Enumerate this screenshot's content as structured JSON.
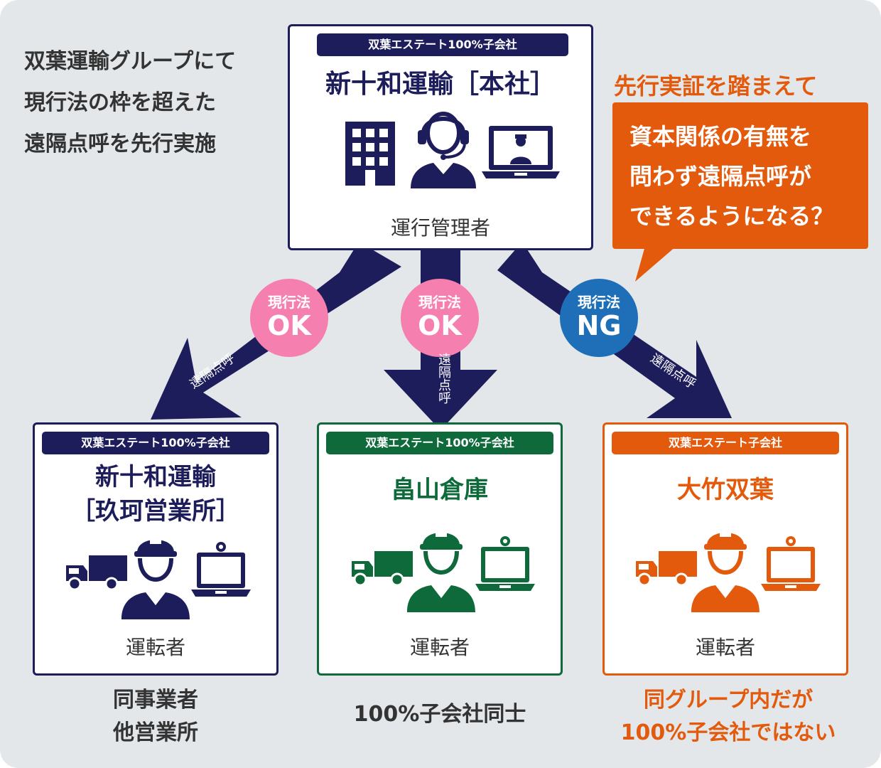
{
  "intro": {
    "line1": "双葉運輸グループにて",
    "line2": "現行法の枠を超えた",
    "line3": "遠隔点呼を先行実施"
  },
  "hq": {
    "tag": "双葉エステート100%子会社",
    "name": "新十和運輸［本社］",
    "role": "運行管理者",
    "icons": [
      "building-icon",
      "operator-headset-icon",
      "laptop-video-call-icon"
    ]
  },
  "callout": {
    "heading": "先行実証を踏まえて",
    "line1": "資本関係の有無を",
    "line2": "問わず遠隔点呼が",
    "line3": "できるようになる？"
  },
  "badges": [
    {
      "line1": "現行法",
      "line2": "OK"
    },
    {
      "line1": "現行法",
      "line2": "OK"
    },
    {
      "line1": "現行法",
      "line2": "NG"
    }
  ],
  "arrow_label": "遠隔点呼",
  "branches": [
    {
      "tag": "双葉エステート100%子会社",
      "name_line1": "新十和運輸",
      "name_line2": "［玖珂営業所］",
      "role": "運転者",
      "caption_line1": "同事業者",
      "caption_line2": "他営業所"
    },
    {
      "tag": "双葉エステート100%子会社",
      "name_line1": "畠山倉庫",
      "role": "運転者",
      "caption_line1": "100%子会社同士"
    },
    {
      "tag": "双葉エステート子会社",
      "name_line1": "大竹双葉",
      "role": "運転者",
      "caption_line1": "同グループ内だが",
      "caption_line2": "100%子会社ではない"
    }
  ],
  "colors": {
    "navy": "#1e1d5c",
    "green": "#0e6a3a",
    "orange": "#e35a0c",
    "pink_badge": "#f57fae",
    "blue_badge": "#1f6fb8",
    "background": "#e3e7ea"
  }
}
